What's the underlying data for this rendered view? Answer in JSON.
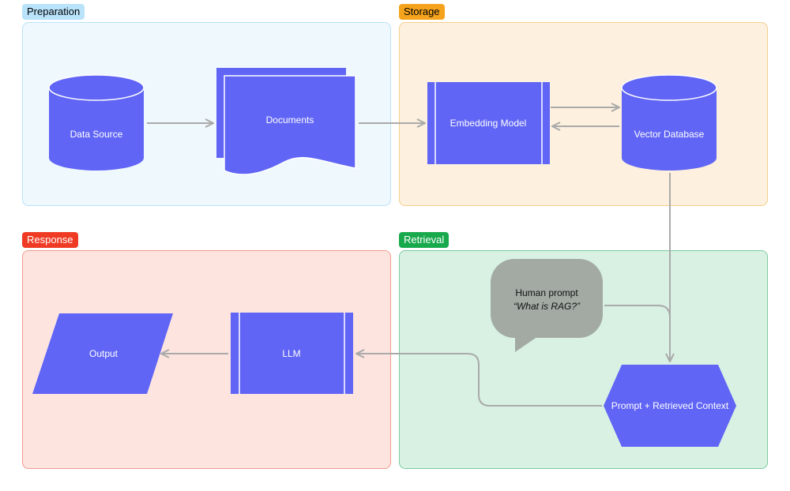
{
  "sections": {
    "preparation": {
      "label": "Preparation",
      "tag_color": "#b9e3fb",
      "bg": "#eff8fd",
      "border": "#b9e3fb"
    },
    "storage": {
      "label": "Storage",
      "tag_color": "#f5a31c",
      "bg": "#fdf0de",
      "border": "#f5cf8f"
    },
    "response": {
      "label": "Response",
      "tag_color": "#ef3b24",
      "bg": "#fde4df",
      "border": "#f19a8c"
    },
    "retrieval": {
      "label": "Retrieval",
      "tag_color": "#17a94c",
      "bg": "#d8f1e3",
      "border": "#7dcba0"
    }
  },
  "nodes": {
    "data_source": "Data Source",
    "documents": "Documents",
    "embedding_model": "Embedding Model",
    "vector_database": "Vector Database",
    "human_prompt_title": "Human prompt",
    "human_prompt_text": "“What is RAG?”",
    "prompt_context": "Prompt + Retrieved Context",
    "llm": "LLM",
    "output": "Output"
  },
  "colors": {
    "node_fill": "#6065f5",
    "node_border": "#ffffff",
    "speech_fill": "#a3aaa3",
    "arrow": "#aaaaaa",
    "node_text": "#ffffff"
  },
  "icons": {
    "data_source": "cylinder-icon",
    "documents": "multiple-documents-icon",
    "embedding_model": "predefined-process-icon",
    "vector_database": "cylinder-icon",
    "human_prompt": "speech-bubble-icon",
    "prompt_context": "hexagon-icon",
    "llm": "predefined-process-icon",
    "output": "parallelogram-icon"
  }
}
